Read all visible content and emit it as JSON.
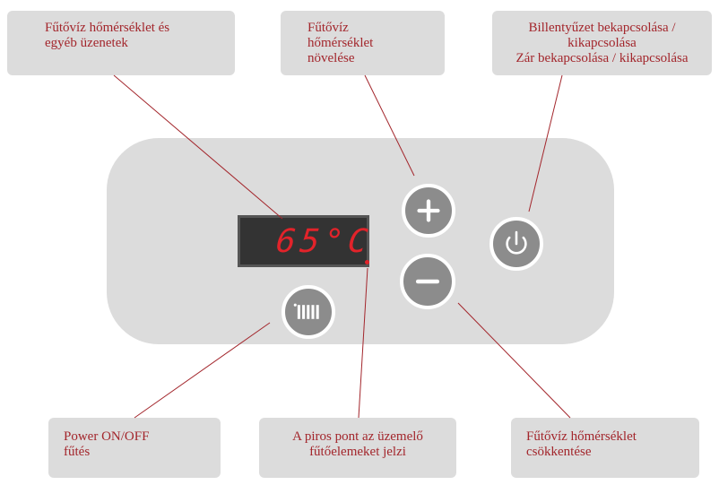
{
  "callouts": {
    "display": [
      "Fűtővíz hőmérséklet és",
      "egyéb üzenetek"
    ],
    "plus": [
      "Fűtővíz",
      "hőmérséklet",
      "növelése"
    ],
    "power": [
      "Billentyűzet bekapcsolása /",
      "kikapcsolása",
      "Zár bekapcsolása / kikapcsolása"
    ],
    "heating": [
      "Power ON/OFF",
      "fűtés"
    ],
    "red_point": [
      "A piros pont az üzemelő",
      "fűtőelemeket jelzi"
    ],
    "minus": [
      "Fűtővíz hőmérséklet",
      "csökkentése"
    ]
  },
  "display": {
    "value": "65°C"
  },
  "icons": {
    "plus_button": "plus-icon",
    "minus_button": "minus-icon",
    "power_button": "power-icon",
    "heating_button": "radiator-icon"
  },
  "colors": {
    "callout_text": "#a3262c",
    "callout_bg": "#dcdcdc",
    "panel": "#dcdcdc",
    "button": "#8c8c8c",
    "leader_line": "#a3262c",
    "lcd_digits": "#e2232a",
    "lcd_bg": "#333333"
  }
}
